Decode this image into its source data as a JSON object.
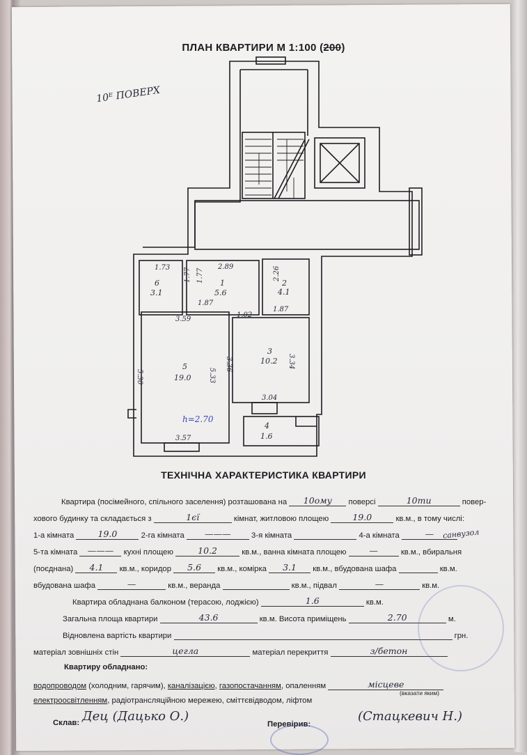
{
  "plan": {
    "title_main": "ПЛАН КВАРТИРИ М 1:100 (",
    "title_struck": "200",
    "title_end": ")",
    "floor_label": "10ᴱ ПОВЕРХ",
    "rooms": [
      {
        "num": "6",
        "area": "3.1"
      },
      {
        "num": "1",
        "area": "5.6"
      },
      {
        "num": "2",
        "area": "4.1"
      },
      {
        "num": "5",
        "area": "19.0"
      },
      {
        "num": "3",
        "area": "10.2"
      },
      {
        "num": "4",
        "area": "1.6"
      }
    ],
    "dims": [
      "1.73",
      "1.77",
      "2.89",
      "1.77",
      "2.26",
      "1.87",
      "1.02",
      "1.87",
      "3.59",
      "5.30",
      "5.33",
      "3.36",
      "3.34",
      "3.04",
      "3.57"
    ],
    "height_note": "h=2.70"
  },
  "tech": {
    "title": "ТЕХНІЧНА ХАРАКТЕРИСТИКА КВАРТИРИ",
    "l1a": "Квартира (посімейного, спільного заселення) розташована на",
    "floor_val": "10ому",
    "l1b": "поверсі",
    "floors_total": "10ти",
    "l1c": "повер-",
    "l2a": "хового будинку та складається з",
    "rooms_count": "1єї",
    "l2b": "кімнат, житловою площею",
    "living_area": "19.0",
    "l2c": "кв.м., в тому числі:",
    "r1_label": "1-а кімната",
    "r1_val": "19.0",
    "r2_label": "2-га кімната",
    "r2_val": "———",
    "r3_label": "3-я кімната",
    "r4_label": "4-а кімната",
    "r4_val": "—",
    "r5_label": "5-та кімната",
    "r5_val": "———",
    "kitchen_label": "кухні площею",
    "kitchen_val": "10.2",
    "bath_label": "кв.м., ванна кімната площею",
    "bath_val": "—",
    "wc_label": "кв.м., вбиральня",
    "sanvuzol": "санвузол",
    "combined_label": "(поєднана)",
    "combined_val": "4.1",
    "corridor_label": "кв.м., коридор",
    "corridor_val": "5.6",
    "closet_label": "кв.м., комірка",
    "closet_val": "3.1",
    "wardrobe_label": "кв.м., вбудована шафа",
    "wardrobe2_label": "вбудована шафа",
    "wardrobe2_val": "—",
    "veranda_label": "кв.м., веранда",
    "basement_label": "кв.м., підвал",
    "basement_val": "—",
    "kvm": "кв.м.",
    "balcony_label": "Квартира обладнана балконом (терасою, лоджією)",
    "balcony_val": "1.6",
    "total_label": "Загальна площа квартири",
    "total_val": "43.6",
    "height_label": "кв.м. Висота приміщень",
    "height_val": "2.70",
    "m": "м.",
    "cost_label": "Відновлена вартість квартири",
    "grn": "грн.",
    "walls_label": "матеріал зовнішніх стін",
    "walls_val": "цегла",
    "floors_label": "матеріал перекриття",
    "floors_val": "з/бетон",
    "equipped_title": "Квартиру обладнано:",
    "eq1a": "водопроводом",
    "eq1b": " (холодним, гарячим), ",
    "eq1c": "каналізацією",
    "eq1d": ", ",
    "eq1e": "газопостачанням",
    "eq1f": ", опаленням",
    "heating_val": "місцеве",
    "specify": "(вказати яким)",
    "eq2a": "електроосвітленням",
    "eq2b": ", радіотрансляційною мережею, сміттєвідводом, ліфтом",
    "compiled_label": "Склав:",
    "compiled_sig": "Дец (Дацько О.)",
    "checked_label": "Перевірив:",
    "checked_sig": "(Стацкевич Н.)"
  }
}
